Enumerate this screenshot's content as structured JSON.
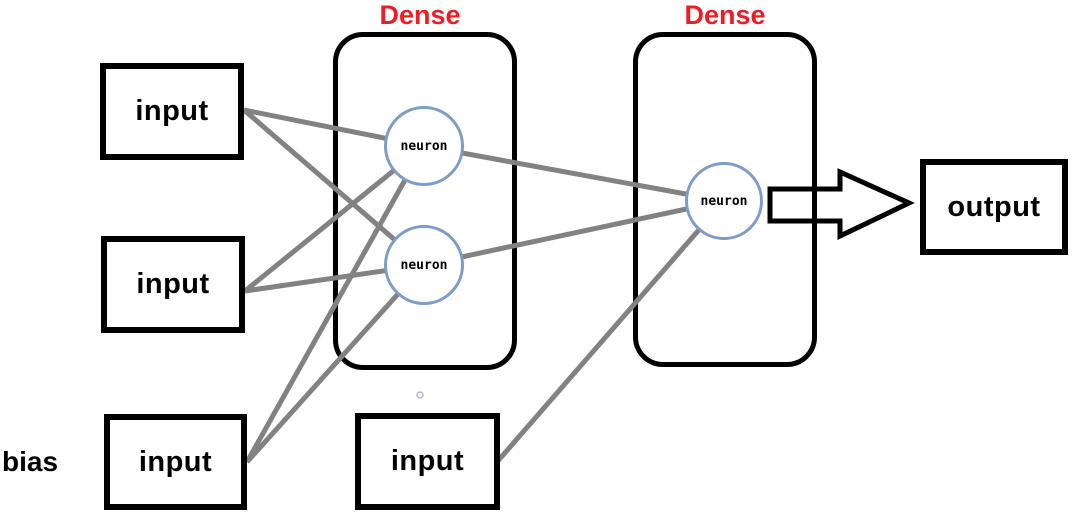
{
  "diagram": {
    "type": "neural-network",
    "background": "#ffffff",
    "colors": {
      "layer_title_red": "#ee1c25",
      "neuron_stroke_blue": "#7d9cc8",
      "connection_gray": "#828282",
      "box_border_black": "#000000"
    },
    "layers": [
      {
        "title": "Dense",
        "neurons": [
          "neuron",
          "neuron"
        ]
      },
      {
        "title": "Dense",
        "neurons": [
          "neuron"
        ]
      }
    ],
    "inputs": [
      {
        "label": "input"
      },
      {
        "label": "input"
      },
      {
        "label": "input"
      },
      {
        "label": "input"
      }
    ],
    "bias_label": "bias",
    "output_label": "output",
    "connections": [
      "input-1 -> layer-1-neuron-1",
      "input-1 -> layer-1-neuron-2",
      "input-2 -> layer-1-neuron-1",
      "input-2 -> layer-1-neuron-2",
      "input-3 -> layer-1-neuron-1",
      "input-3 -> layer-1-neuron-2",
      "layer-1-neuron-1 -> layer-2-neuron-1",
      "layer-1-neuron-2 -> layer-2-neuron-1",
      "input-4 -> layer-2-neuron-1",
      "layer-2-neuron-1 -> output"
    ]
  }
}
